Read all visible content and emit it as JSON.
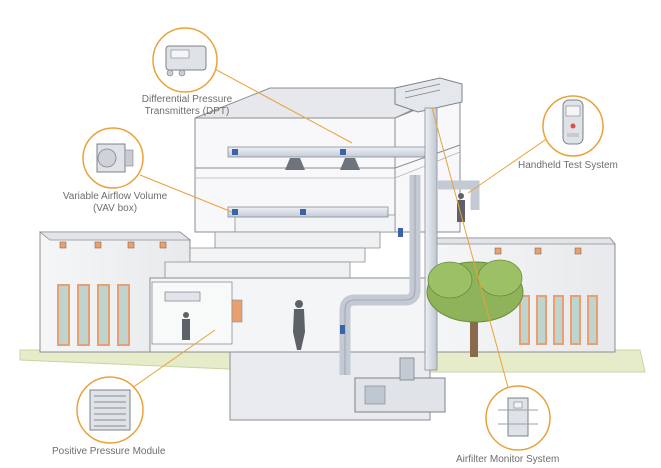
{
  "callouts": {
    "dpt": {
      "line1": "Differential Pressure",
      "line2": "Transmitters (DPT)"
    },
    "vav": {
      "line1": "Variable Airflow Volume",
      "line2": "(VAV box)"
    },
    "handheld": {
      "label": "Handheld Test System"
    },
    "ppm": {
      "label": "Positive Pressure Module"
    },
    "airfilter": {
      "label": "Airfilter Monitor System"
    }
  },
  "colors": {
    "callout_line": "#e9a23b",
    "wall": "#f0f1f3",
    "wall_dark": "#dfe1e5",
    "outline": "#8a8d93",
    "duct": "#d6dbe2",
    "duct_accent": "#3b63a8",
    "window": "#e8a070",
    "tree": "#8fb35a",
    "ground": "#e6ecc9"
  },
  "icons": {
    "dpt": "dpt-device-icon",
    "vav": "vav-box-icon",
    "handheld": "handheld-meter-icon",
    "ppm": "pressure-module-icon",
    "airfilter": "airfilter-monitor-icon"
  }
}
